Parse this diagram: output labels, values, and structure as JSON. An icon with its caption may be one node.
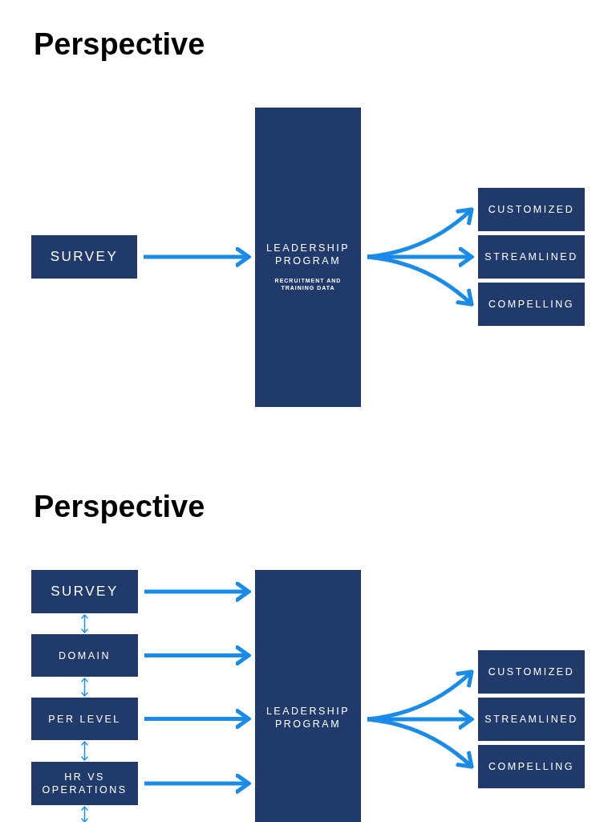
{
  "diagram": {
    "title": "Perspective",
    "nodes": [
      {
        "text": [
          "SURVEY"
        ]
      },
      {
        "text": [
          "LEADERSHIP PROGRAM",
          "RECRUITMENT AND TRAINING DATA"
        ]
      },
      {
        "text": [
          "CUSTOMIZED"
        ]
      },
      {
        "text": [
          "STREAMLINED"
        ]
      },
      {
        "text": [
          "COMPELLING"
        ]
      },
      {
        "text": [
          "SURVEY"
        ]
      },
      {
        "text": [
          "DOMAIN"
        ]
      },
      {
        "text": [
          "PER LEVEL"
        ]
      },
      {
        "text": [
          "HR VS OPERATIONS"
        ]
      },
      {
        "text": [
          "LEADERSHIP PROGRAM"
        ]
      },
      {
        "text": [
          "CUSTOMIZED"
        ]
      },
      {
        "text": [
          "STREAMLINED"
        ]
      },
      {
        "text": [
          "COMPELLING"
        ]
      }
    ],
    "edges": [
      {
        "from": 0,
        "to": 1,
        "arrow": "to"
      },
      {
        "from": 1,
        "to": 2,
        "arrow": "to"
      },
      {
        "from": 1,
        "to": 3,
        "arrow": "to"
      },
      {
        "from": 1,
        "to": 4,
        "arrow": "to"
      },
      {
        "from": 5,
        "to": 9,
        "arrow": "to"
      },
      {
        "from": 6,
        "to": 9,
        "arrow": "to"
      },
      {
        "from": 7,
        "to": 9,
        "arrow": "to"
      },
      {
        "from": 8,
        "to": 9,
        "arrow": "to"
      },
      {
        "from": 5,
        "to": 6,
        "arrow": "both"
      },
      {
        "from": 6,
        "to": 7,
        "arrow": "both"
      },
      {
        "from": 7,
        "to": 8,
        "arrow": "both"
      },
      {
        "from": 8,
        "to": null,
        "arrow": "both"
      },
      {
        "from": 9,
        "to": 10,
        "arrow": "to"
      },
      {
        "from": 9,
        "to": 11,
        "arrow": "to"
      },
      {
        "from": 9,
        "to": 12,
        "arrow": "to"
      }
    ],
    "labels": [
      "Perspective"
    ]
  }
}
